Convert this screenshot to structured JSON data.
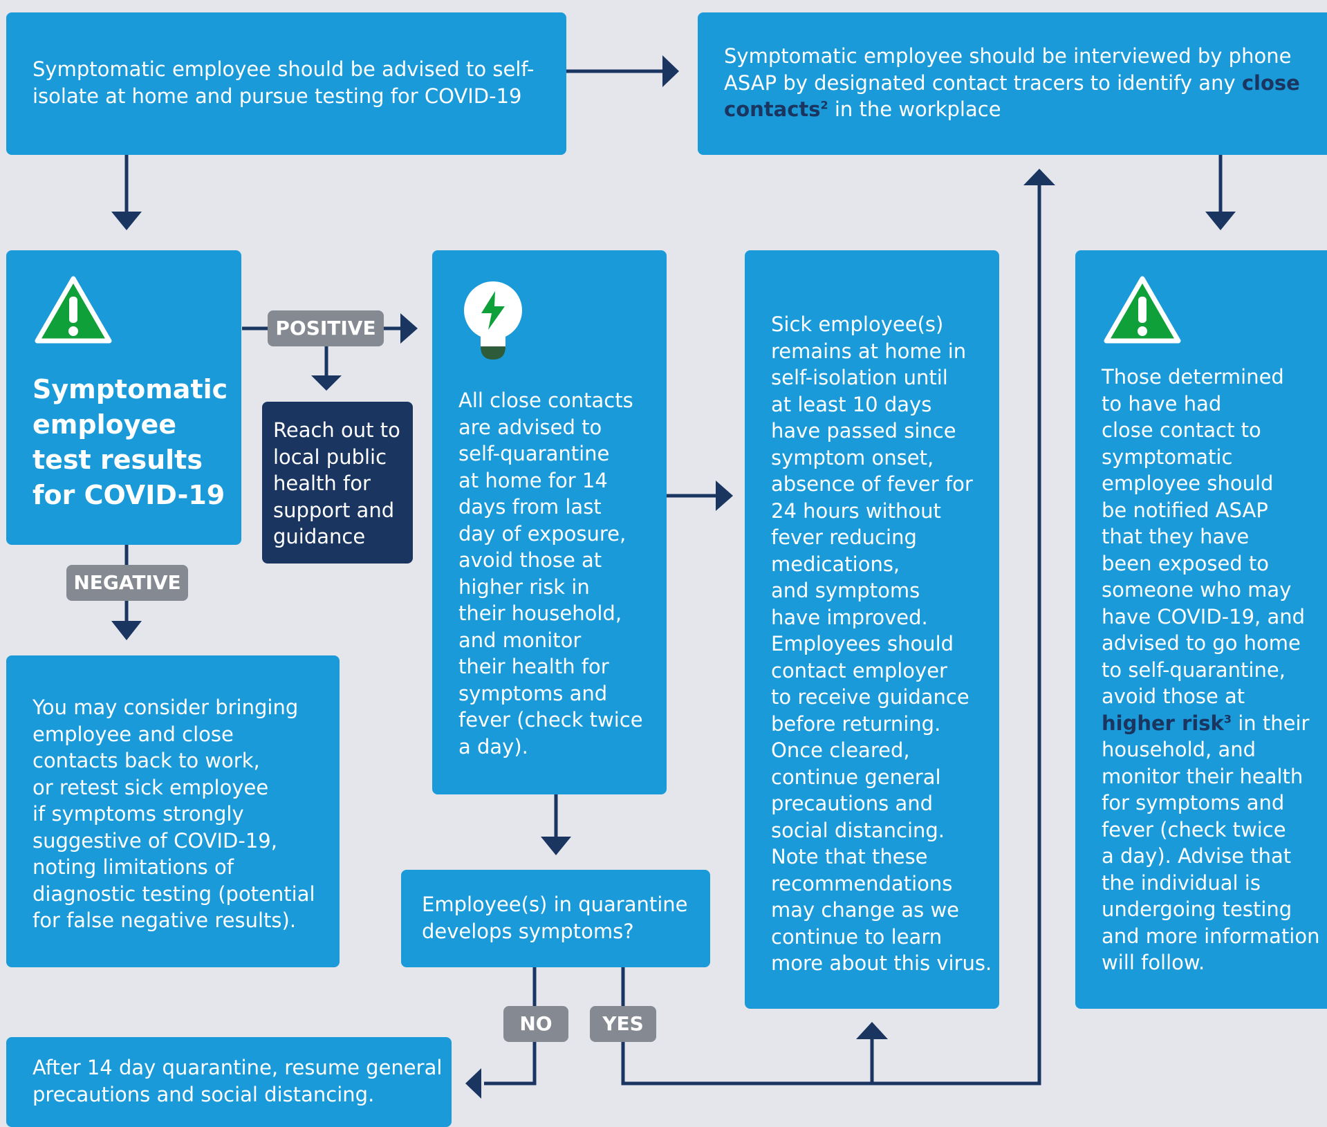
{
  "colors": {
    "background": "#e4e6ec",
    "box_blue": "#1a9ad8",
    "box_navy": "#1a3560",
    "arrow_navy": "#1a3560",
    "label_gray": "#858991",
    "warning_green": "#0fa03a",
    "bulb_green": "#2e5b3a"
  },
  "box_isolate": {
    "text": "Symptomatic employee should be advised to self-\nisolate at home and pursue testing for COVID-19"
  },
  "box_interview": {
    "text_before": "Symptomatic employee should be interviewed by phone\nASAP by designated contact tracers to identify any ",
    "strong_1": "close",
    "strong_2": "contacts",
    "sup": "2",
    "text_after": " in the workplace"
  },
  "box_test_results": {
    "icon": "warning-triangle-icon",
    "title": "Symptomatic\nemployee\ntest results\nfor COVID-19"
  },
  "labels": {
    "positive": "POSITIVE",
    "negative": "NEGATIVE",
    "no": "NO",
    "yes": "YES"
  },
  "box_reach_out": {
    "text": "Reach out to\nlocal public\nhealth for\nsupport and\nguidance"
  },
  "box_close_contacts": {
    "icon": "lightbulb-icon",
    "text": "All close contacts\nare advised to\nself-quarantine\nat home for 14\ndays from last\nday of exposure,\navoid those at\nhigher risk in\ntheir household,\nand monitor\ntheir health for\nsymptoms and\nfever (check twice\na day)."
  },
  "box_sick_employee": {
    "text": "Sick employee(s)\nremains at home in\nself-isolation until\nat least 10 days\nhave passed since\nsymptom onset,\nabsence of fever for\n24 hours without\nfever reducing\nmedications,\nand symptoms\nhave improved.\nEmployees should\ncontact employer\nto receive  guidance\nbefore returning.\nOnce cleared,\ncontinue general\nprecautions and\nsocial distancing.\nNote that these\nrecommendations\nmay change as we\ncontinue to learn\nmore about this virus."
  },
  "box_notify": {
    "icon": "warning-triangle-icon",
    "text_before": "Those determined\nto have had\nclose contact to\nsymptomatic\nemployee should\nbe notified ASAP\nthat they have\nbeen exposed to\nsomeone who may\nhave COVID-19, and\nadvised to go home\nto self-quarantine,\navoid those at\n",
    "strong": "higher risk",
    "sup": "3",
    "text_after": " in their\nhousehold, and\nmonitor their health\nfor symptoms and\nfever (check twice\na day). Advise that\nthe individual is\nundergoing testing\nand more information\nwill follow."
  },
  "box_negative": {
    "text": "You may consider bringing\nemployee and close\ncontacts back to work,\nor retest sick employee\nif symptoms strongly\nsuggestive of COVID-19,\nnoting limitations of\ndiagnostic testing (potential\nfor false negative results)."
  },
  "box_quarantine_question": {
    "text": "Employee(s) in quarantine\ndevelops symptoms?"
  },
  "box_resume": {
    "text": "After 14 day quarantine, resume general\nprecautions and social distancing."
  }
}
